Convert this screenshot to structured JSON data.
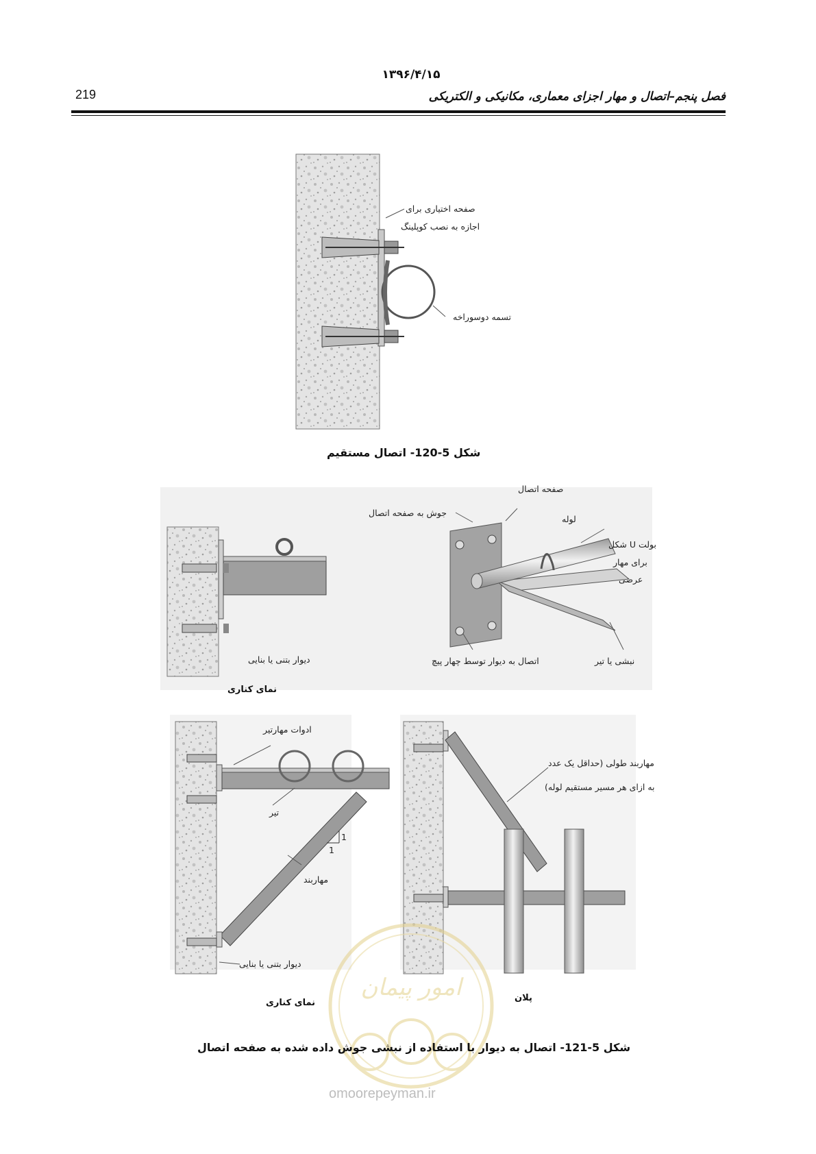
{
  "header": {
    "date": "۱۳۹۶/۴/۱۵",
    "page_number": "219",
    "chapter_title": "فصل پنجم–اتصال و مهار اجزای معماری، مکانیکی و الکتریکی"
  },
  "figure_120": {
    "label_plate_line1": "صفحه اختیاری برای",
    "label_plate_line2": "اجازه به نصب کوپلینگ",
    "label_strap": "تسمه دوسوراخه",
    "caption": "شکل 5-120- اتصال مستقیم"
  },
  "figure_121_top": {
    "label_connection_plate": "صفحه اتصال",
    "label_weld": "جوش به صفحه اتصال",
    "label_pipe": "لوله",
    "label_ubolt_line1": "بولت U شکل",
    "label_ubolt_line2": "برای مهار",
    "label_ubolt_line3": "عرضی",
    "label_wall_connection": "اتصال به دیوار توسط چهار پیچ",
    "label_angle": "نبشی یا تیر",
    "label_wall": "دیوار بتنی یا بنایی",
    "label_side_view": "نمای کناری"
  },
  "figure_121_bottom": {
    "label_beam_tools": "ادوات مهارتیر",
    "label_beam": "تیر",
    "label_slope_v": "1",
    "label_slope_h": "1",
    "label_brace": "مهاربند",
    "label_wall": "دیوار بتنی یا بنایی",
    "label_side_view": "نمای کناری",
    "label_long_brace_line1": "مهاربند طولی (حداقل یک عدد",
    "label_long_brace_line2": "به ازای هر مسیر مستقیم لوله)",
    "label_plan": "پلان"
  },
  "caption_121": "شکل 5-121- اتصال به دیوار با استفاده از نبشی جوش داده شده به صفحه اتصال",
  "watermark": "omoorepeyman.ir",
  "colors": {
    "steel": "#a9a9a9",
    "concrete": "#e2e2e2",
    "text": "#111111"
  }
}
